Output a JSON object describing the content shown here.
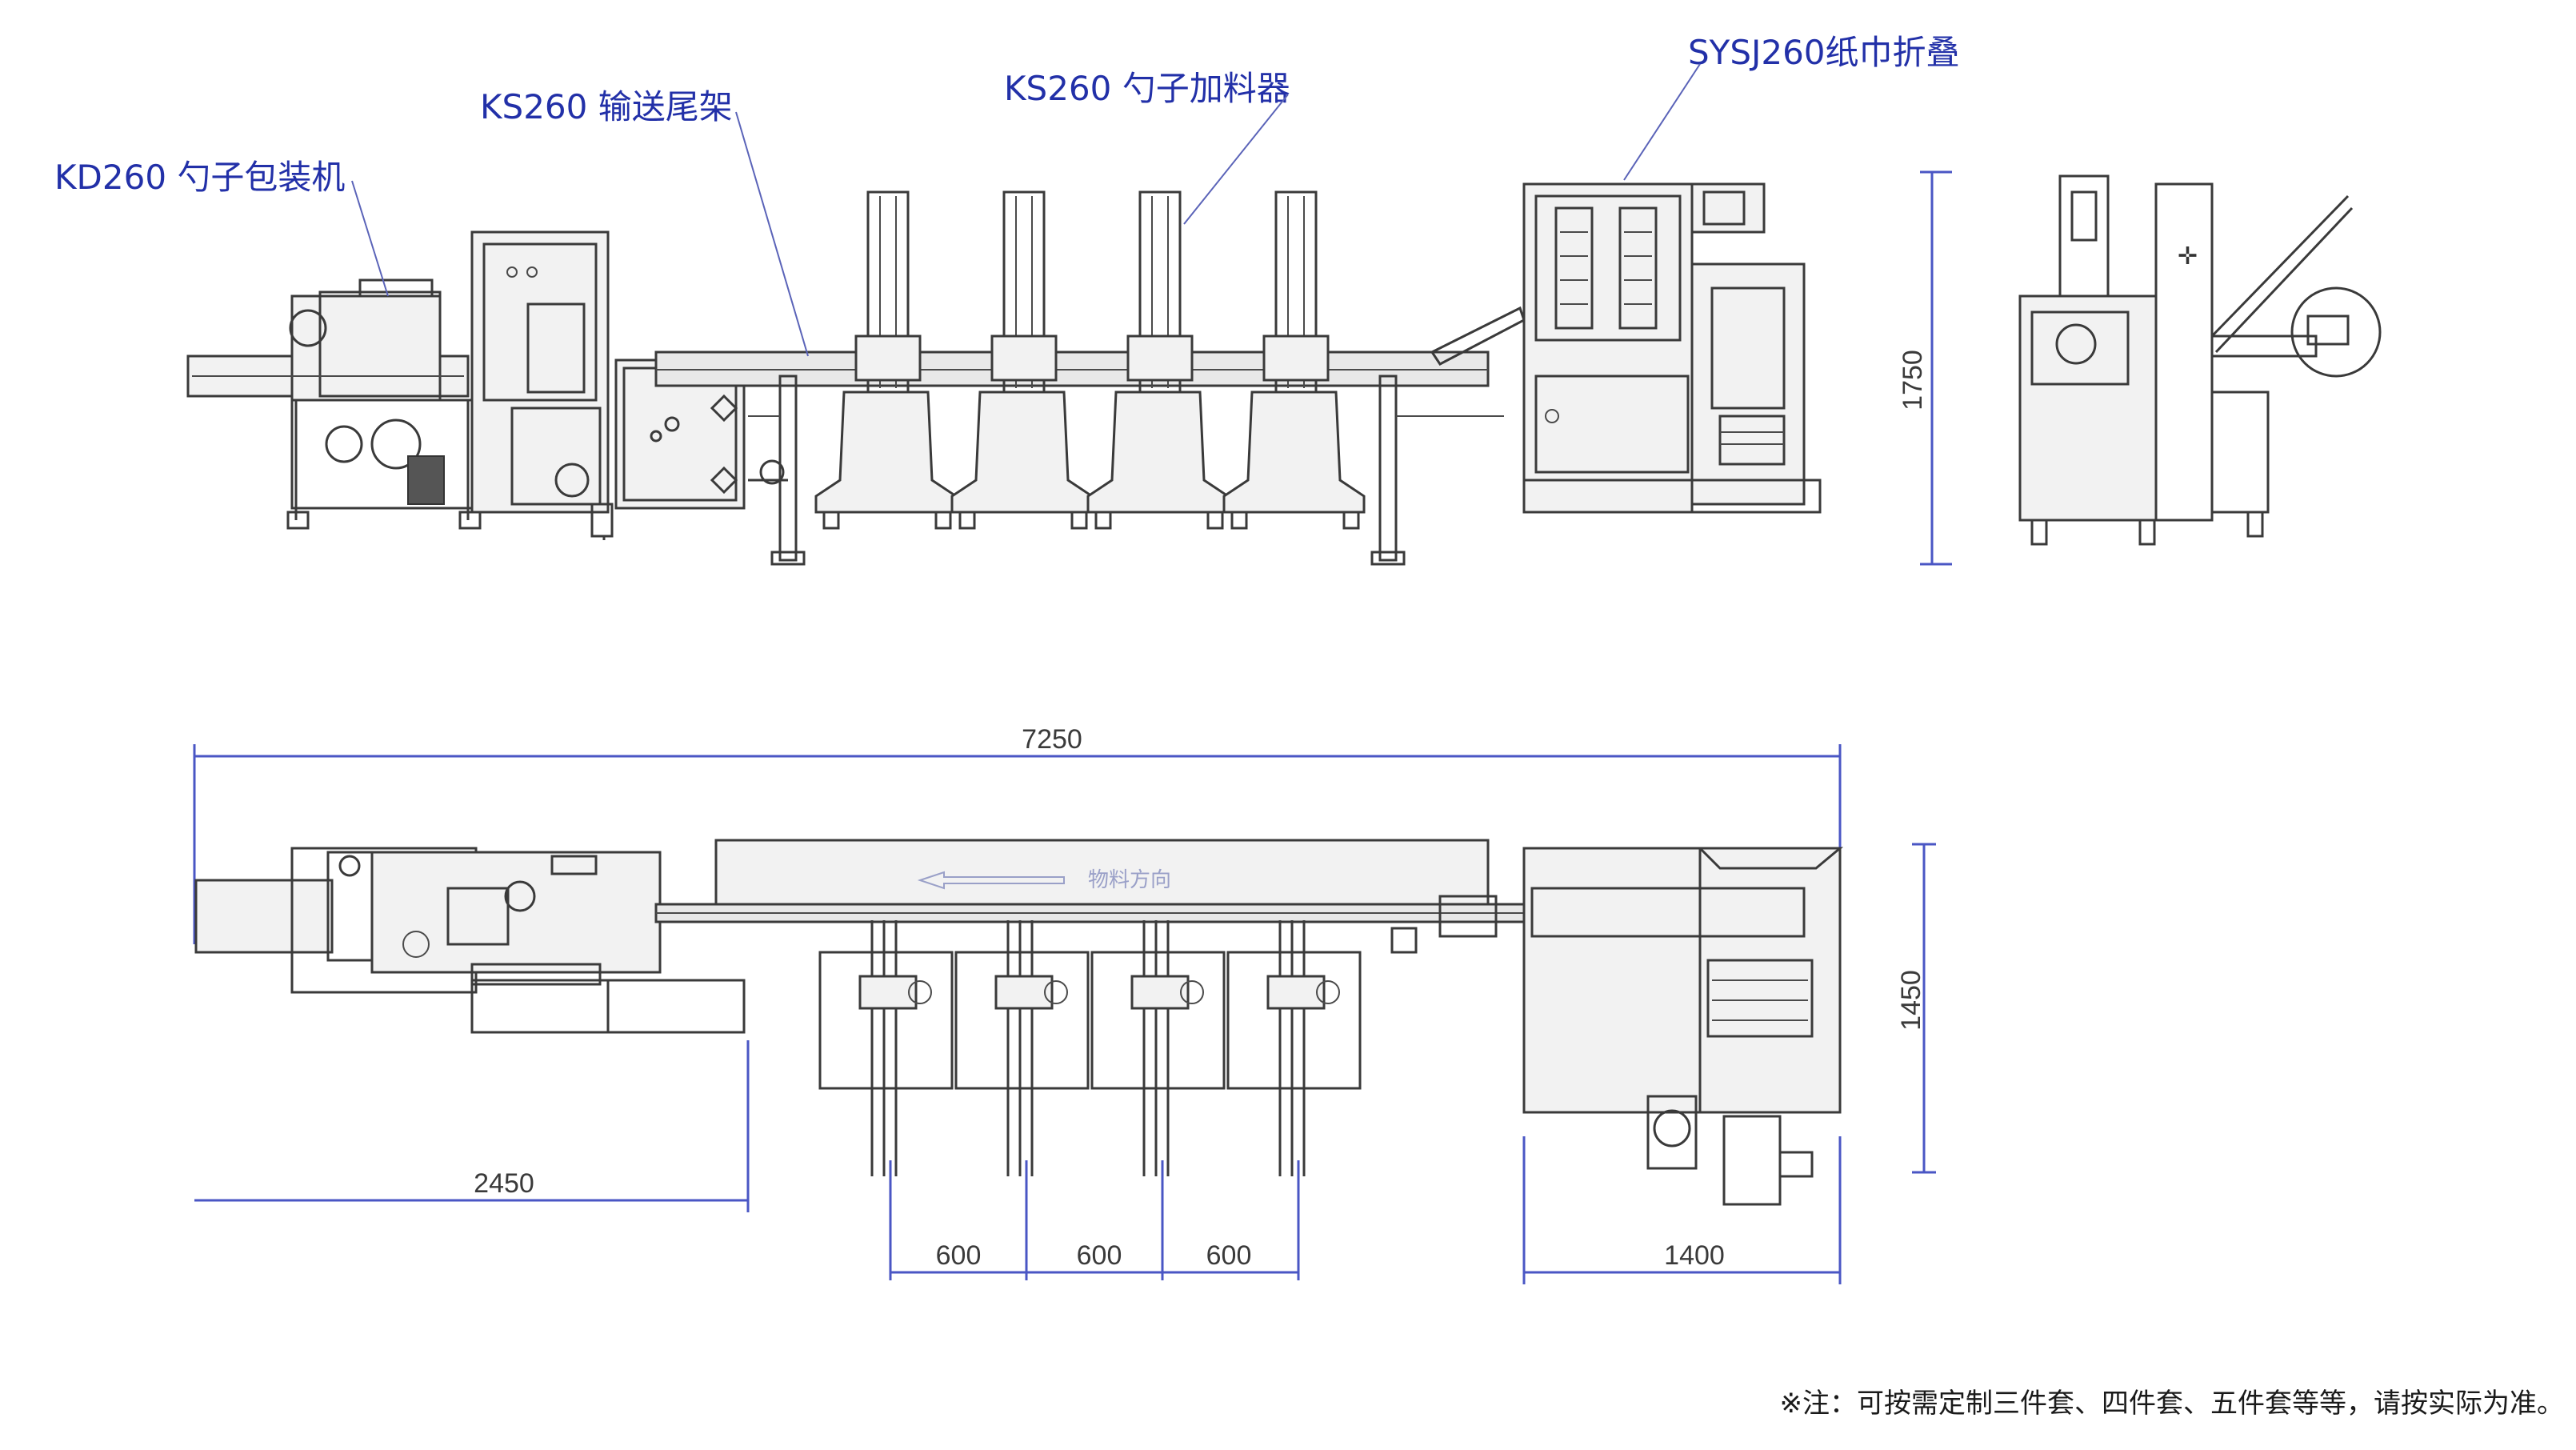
{
  "labels": {
    "kd260": "KD260 勺子包装机",
    "ks260_frame": "KS260 输送尾架",
    "ks260_feeder": "KS260 勺子加料器",
    "sysj260": "SYSJ260纸巾折叠"
  },
  "dimensions": {
    "height": "1750",
    "total_length": "7250",
    "width": "1450",
    "packer_length": "2450",
    "feeder_spacing_1": "600",
    "feeder_spacing_2": "600",
    "feeder_spacing_3": "600",
    "folder_length": "1400"
  },
  "flow_direction": "物料方向",
  "note": "※注：可按需定制三件套、四件套、五件套等等，请按实际为准。",
  "colors": {
    "label": "#2230a8",
    "dimension_line": "#4a56c4",
    "drawing_line": "#3a3a3a"
  }
}
